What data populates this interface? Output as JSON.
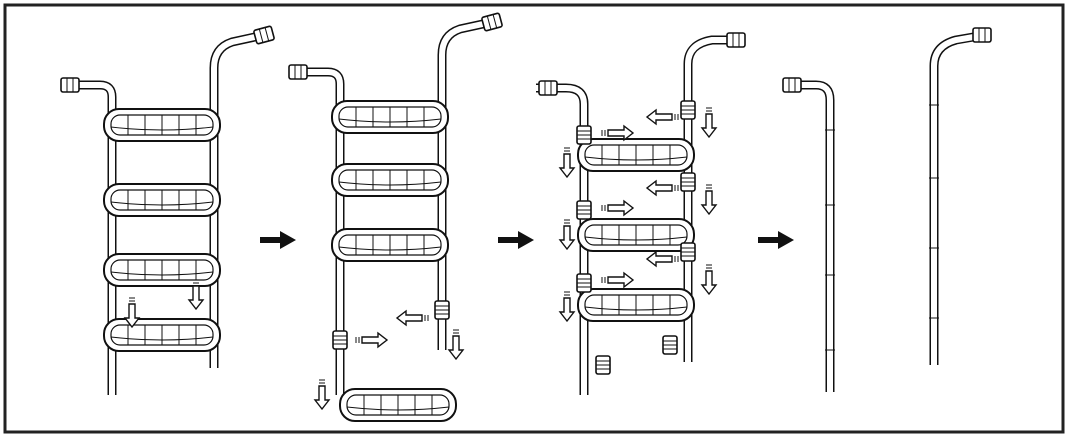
{
  "figure": {
    "panels": [
      {
        "id": "panel-1"
      },
      {
        "id": "panel-2"
      },
      {
        "id": "panel-3"
      },
      {
        "id": "panel-4"
      }
    ],
    "colors": {
      "line": "#111111",
      "background": "#ffffff",
      "border": "#222222"
    },
    "icons": [
      "next-step-arrow-icon",
      "push-direction-arrow-icon",
      "slide-direction-arrow-icon"
    ]
  }
}
